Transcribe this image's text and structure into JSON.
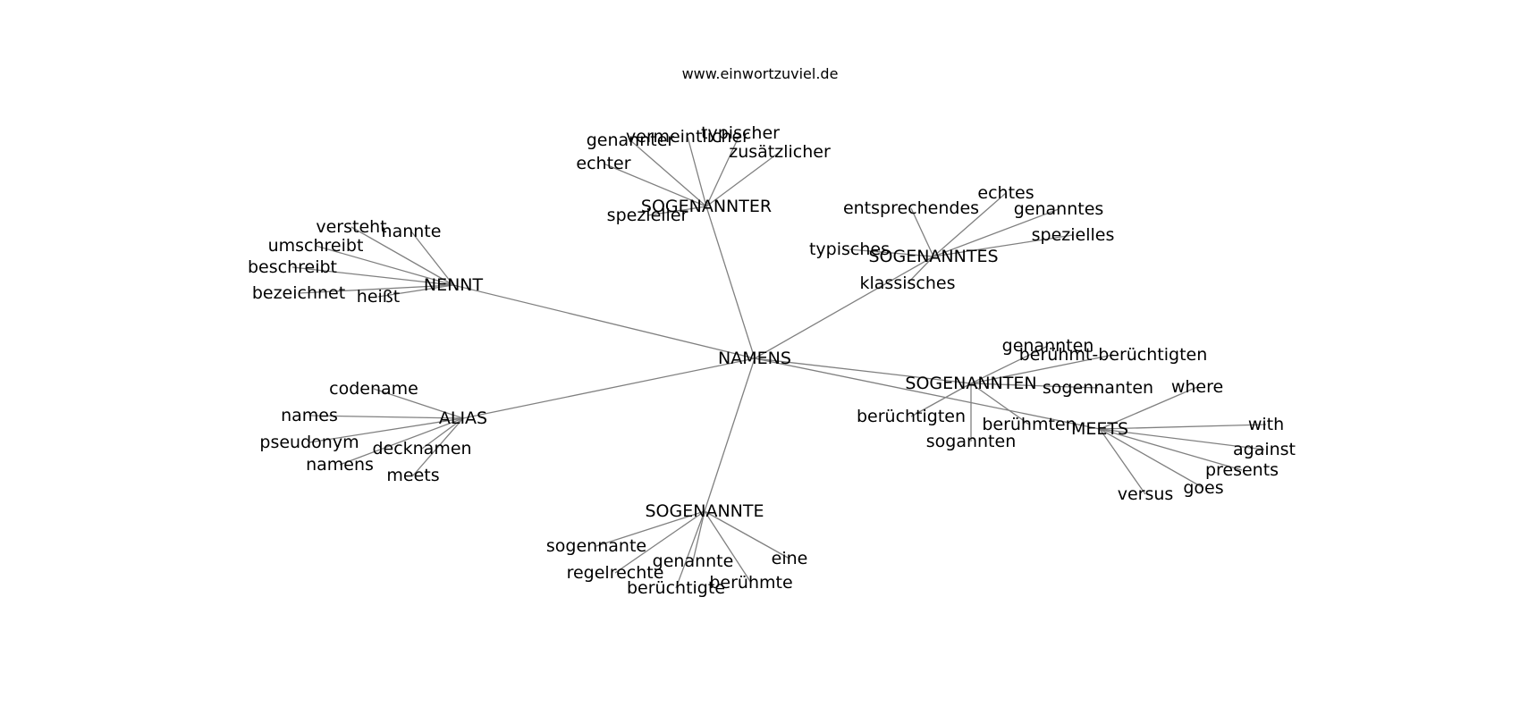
{
  "title": "www.einwortzuviel.de",
  "graph": {
    "nodes": [
      {
        "id": "NAMENS"
      },
      {
        "id": "SOGENANNTER"
      },
      {
        "id": "genannter"
      },
      {
        "id": "vermeintlicher"
      },
      {
        "id": "typischer"
      },
      {
        "id": "zusätzlicher"
      },
      {
        "id": "echter"
      },
      {
        "id": "spezieller"
      },
      {
        "id": "SOGENANNTES"
      },
      {
        "id": "entsprechendes"
      },
      {
        "id": "echtes"
      },
      {
        "id": "genanntes"
      },
      {
        "id": "spezielles"
      },
      {
        "id": "typisches"
      },
      {
        "id": "klassisches"
      },
      {
        "id": "NENNT"
      },
      {
        "id": "versteht"
      },
      {
        "id": "nannte"
      },
      {
        "id": "umschreibt"
      },
      {
        "id": "beschreibt"
      },
      {
        "id": "bezeichnet"
      },
      {
        "id": "heißt"
      },
      {
        "id": "ALIAS"
      },
      {
        "id": "codename"
      },
      {
        "id": "names"
      },
      {
        "id": "pseudonym"
      },
      {
        "id": "decknamen"
      },
      {
        "id": "namens"
      },
      {
        "id": "meets"
      },
      {
        "id": "SOGENANNTEN"
      },
      {
        "id": "genannten"
      },
      {
        "id": "berühmt-berüchtigten"
      },
      {
        "id": "sogennanten"
      },
      {
        "id": "berüchtigten"
      },
      {
        "id": "berühmten"
      },
      {
        "id": "sogannten"
      },
      {
        "id": "MEETS"
      },
      {
        "id": "where"
      },
      {
        "id": "with"
      },
      {
        "id": "against"
      },
      {
        "id": "presents"
      },
      {
        "id": "goes"
      },
      {
        "id": "versus"
      },
      {
        "id": "SOGENANNTE"
      },
      {
        "id": "sogennante"
      },
      {
        "id": "regelrechte"
      },
      {
        "id": "genannte"
      },
      {
        "id": "eine"
      },
      {
        "id": "berüchtigte"
      },
      {
        "id": "berühmte"
      }
    ],
    "edges": [
      [
        "NAMENS",
        "SOGENANNTER"
      ],
      [
        "NAMENS",
        "SOGENANNTES"
      ],
      [
        "NAMENS",
        "NENNT"
      ],
      [
        "NAMENS",
        "ALIAS"
      ],
      [
        "NAMENS",
        "SOGENANNTEN"
      ],
      [
        "NAMENS",
        "MEETS"
      ],
      [
        "NAMENS",
        "SOGENANNTE"
      ],
      [
        "SOGENANNTER",
        "genannter"
      ],
      [
        "SOGENANNTER",
        "vermeintlicher"
      ],
      [
        "SOGENANNTER",
        "typischer"
      ],
      [
        "SOGENANNTER",
        "zusätzlicher"
      ],
      [
        "SOGENANNTER",
        "echter"
      ],
      [
        "SOGENANNTER",
        "spezieller"
      ],
      [
        "SOGENANNTES",
        "entsprechendes"
      ],
      [
        "SOGENANNTES",
        "echtes"
      ],
      [
        "SOGENANNTES",
        "genanntes"
      ],
      [
        "SOGENANNTES",
        "spezielles"
      ],
      [
        "SOGENANNTES",
        "typisches"
      ],
      [
        "SOGENANNTES",
        "klassisches"
      ],
      [
        "NENNT",
        "versteht"
      ],
      [
        "NENNT",
        "nannte"
      ],
      [
        "NENNT",
        "umschreibt"
      ],
      [
        "NENNT",
        "beschreibt"
      ],
      [
        "NENNT",
        "bezeichnet"
      ],
      [
        "NENNT",
        "heißt"
      ],
      [
        "ALIAS",
        "codename"
      ],
      [
        "ALIAS",
        "names"
      ],
      [
        "ALIAS",
        "pseudonym"
      ],
      [
        "ALIAS",
        "decknamen"
      ],
      [
        "ALIAS",
        "namens"
      ],
      [
        "ALIAS",
        "meets"
      ],
      [
        "SOGENANNTEN",
        "genannten"
      ],
      [
        "SOGENANNTEN",
        "berühmt-berüchtigten"
      ],
      [
        "SOGENANNTEN",
        "sogennanten"
      ],
      [
        "SOGENANNTEN",
        "berüchtigten"
      ],
      [
        "SOGENANNTEN",
        "berühmten"
      ],
      [
        "SOGENANNTEN",
        "sogannten"
      ],
      [
        "MEETS",
        "where"
      ],
      [
        "MEETS",
        "with"
      ],
      [
        "MEETS",
        "against"
      ],
      [
        "MEETS",
        "presents"
      ],
      [
        "MEETS",
        "goes"
      ],
      [
        "MEETS",
        "versus"
      ],
      [
        "SOGENANNTE",
        "sogennante"
      ],
      [
        "SOGENANNTE",
        "regelrechte"
      ],
      [
        "SOGENANNTE",
        "genannte"
      ],
      [
        "SOGENANNTE",
        "eine"
      ],
      [
        "SOGENANNTE",
        "berüchtigte"
      ],
      [
        "SOGENANNTE",
        "berühmte"
      ]
    ]
  }
}
